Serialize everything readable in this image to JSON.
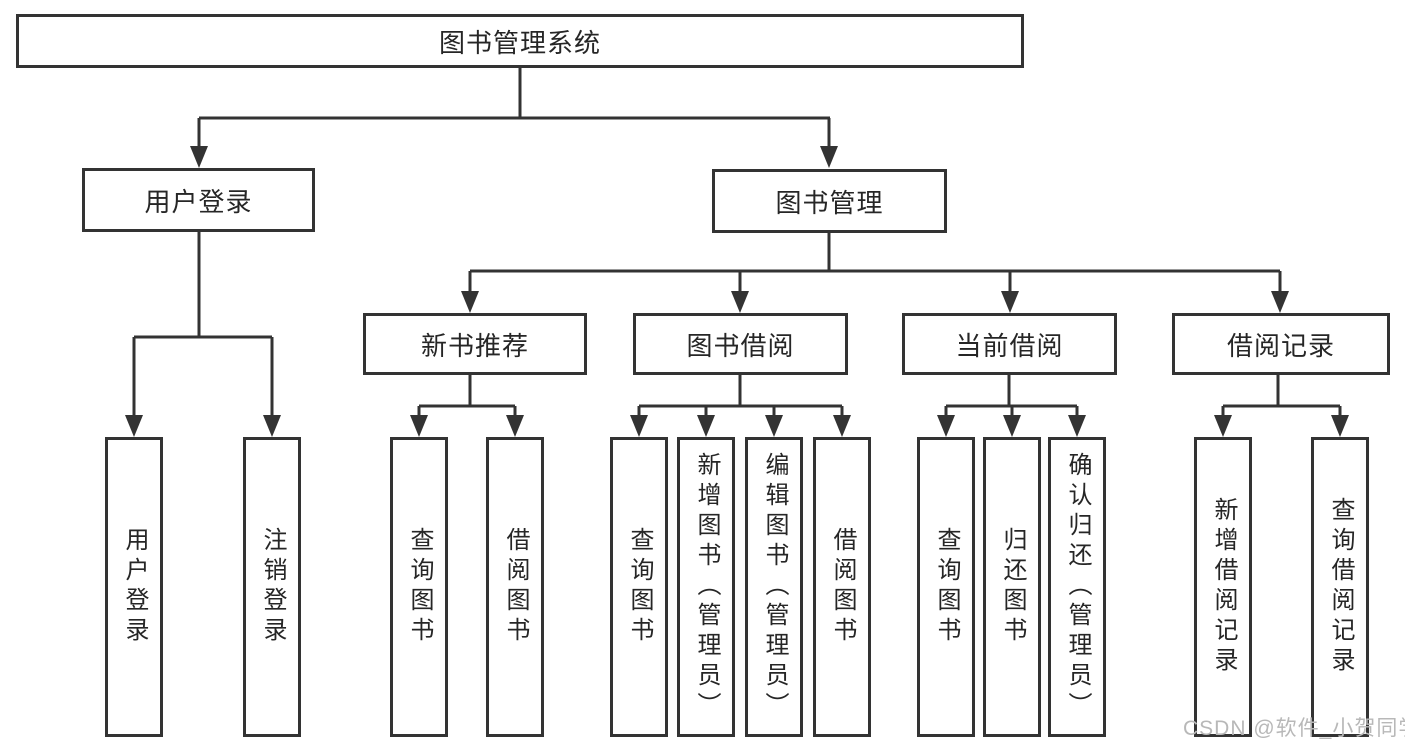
{
  "diagram": {
    "root": {
      "label": "图书管理系统"
    },
    "level2": {
      "user_login": {
        "label": "用户登录"
      },
      "book_mgmt": {
        "label": "图书管理"
      }
    },
    "level3": {
      "new_books": {
        "label": "新书推荐"
      },
      "book_borrow": {
        "label": "图书借阅"
      },
      "current_borrow": {
        "label": "当前借阅"
      },
      "borrow_records": {
        "label": "借阅记录"
      }
    },
    "leaves": {
      "user_login_leaf": {
        "label": "用户登录"
      },
      "logout_leaf": {
        "label": "注销登录"
      },
      "nb_query": {
        "label": "查询图书"
      },
      "nb_borrow": {
        "label": "借阅图书"
      },
      "bb_query": {
        "label": "查询图书"
      },
      "bb_add": {
        "label": "新增图书（管理员）"
      },
      "bb_edit": {
        "label": "编辑图书（管理员）"
      },
      "bb_borrow": {
        "label": "借阅图书"
      },
      "cb_query": {
        "label": "查询图书"
      },
      "cb_return": {
        "label": "归还图书"
      },
      "cb_confirm": {
        "label": "确认归还（管理员）"
      },
      "br_add": {
        "label": "新增借阅记录"
      },
      "br_query": {
        "label": "查询借阅记录"
      }
    }
  },
  "watermark": {
    "text": "CSDN @软件_小贺同学"
  },
  "colors": {
    "line": "#333333",
    "text": "#262626",
    "watermark": "#b8b8b8",
    "background": "#ffffff"
  }
}
